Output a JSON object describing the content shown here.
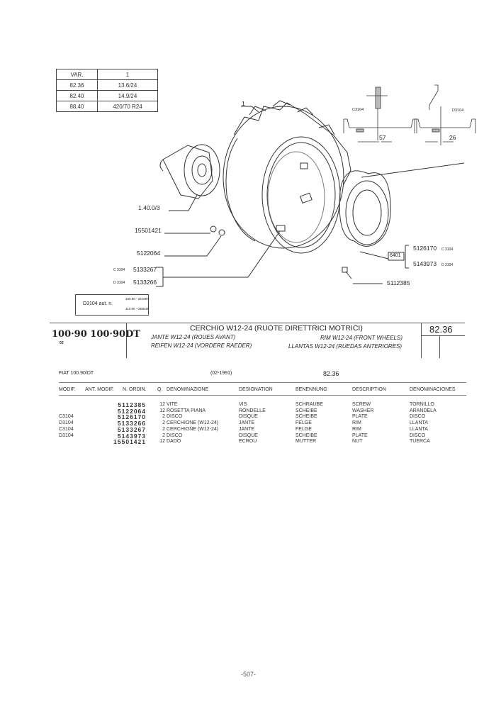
{
  "variant_table": {
    "headers": [
      "VAR.",
      "1"
    ],
    "rows": [
      [
        "82.36",
        "13.6/24"
      ],
      [
        "82.40",
        "14.9/24"
      ],
      [
        "88.40",
        "420/70 R24"
      ]
    ]
  },
  "diagram": {
    "callouts": {
      "item1": "1",
      "hub": "1.40.0/3",
      "nut": "15501421",
      "washer": "5122064",
      "rim_c_var": "C 3104",
      "rim_c": "5133267",
      "rim_d_var": "D 3104",
      "rim_d": "5133266",
      "disc_ref": "6401",
      "disc_c": "5126170",
      "disc_c_var": "C 3104",
      "disc_d": "5143973",
      "disc_d_var": "D 3104",
      "screw": "5112385"
    },
    "section_labels": {
      "left": "C3104",
      "right": "D3104",
      "dim_left": "57",
      "dim_right": "26"
    },
    "serial_box": {
      "label": "D3104 aut. n.",
      "line1": "100.90 - 241987",
      "line2": "110.90 - 038549"
    }
  },
  "title_block": {
    "models": "100·90 100·90DT",
    "model_sub": "02",
    "title": "CERCHIO W12-24 (RUOTE DIRETTRICI MOTRICI)",
    "fr": "JANTE W12-24 (ROUES AVANT)",
    "en": "RIM W12-24 (FRONT WHEELS)",
    "de": "REIFEN W12-24 (VORDERE RAEDER)",
    "es": "LLANTAS W12-24 (RUEDAS ANTERIORES)",
    "group": "82.36"
  },
  "parts_list": {
    "model": "FIAT 100.90/DT",
    "date": "(02-1991)",
    "group": "82.36",
    "columns": [
      "MODIF.",
      "ANT. MODIF.",
      "N. ORDIN.",
      "Q.",
      "DENOMINAZIONE",
      "DESIGNATION",
      "BENENNUNG",
      "DESCRIPTION",
      "DENOMINACIONES"
    ],
    "rows": [
      {
        "modif": "",
        "part": "5112385",
        "qty": "12",
        "it": "VITE",
        "fr": "VIS",
        "de": "SCHRAUBE",
        "en": "SCREW",
        "es": "TORNILLO"
      },
      {
        "modif": "",
        "part": "5122064",
        "qty": "12",
        "it": "ROSETTA PIANA",
        "fr": "RONDELLE",
        "de": "SCHEIBE",
        "en": "WASHER",
        "es": "ARANDELA"
      },
      {
        "modif": "C3104",
        "part": "5126170",
        "qty": "2",
        "it": "DISCO",
        "fr": "DISQUE",
        "de": "SCHEIBE",
        "en": "PLATE",
        "es": "DISCO"
      },
      {
        "modif": "D3104",
        "part": "5133266",
        "qty": "2",
        "it": "CERCHIONE (W12-24)",
        "fr": "JANTE",
        "de": "FELGE",
        "en": "RIM",
        "es": "LLANTA"
      },
      {
        "modif": "C3104",
        "part": "5133267",
        "qty": "2",
        "it": "CERCHIONE (W12-24)",
        "fr": "JANTE",
        "de": "FELGE",
        "en": "RIM",
        "es": "LLANTA"
      },
      {
        "modif": "D3104",
        "part": "5143973",
        "qty": "2",
        "it": "DISCO",
        "fr": "DISQUE",
        "de": "SCHEIBE",
        "en": "PLATE",
        "es": "DISCO"
      },
      {
        "modif": "",
        "part": "15501421",
        "qty": "12",
        "it": "DADO",
        "fr": "ECROU",
        "de": "MUTTER",
        "en": "NUT",
        "es": "TUERCA"
      }
    ]
  },
  "page_number": "-507-"
}
